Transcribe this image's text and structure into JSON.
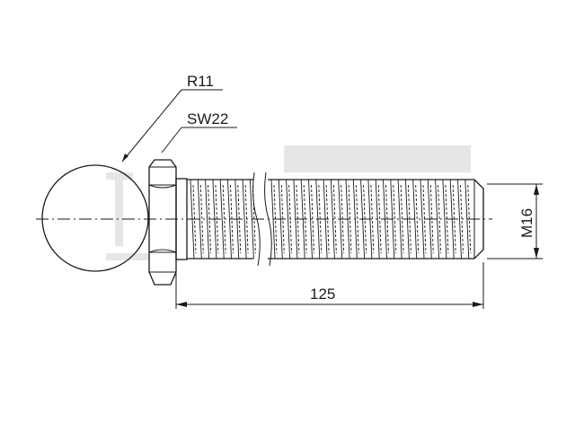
{
  "labels": {
    "ball_radius": "R11",
    "hex_size": "SW22",
    "length": "125",
    "thread": "M16"
  },
  "colors": {
    "ink": "#1a1a1a",
    "watermark": "#e6e6e6",
    "background": "#ffffff"
  }
}
